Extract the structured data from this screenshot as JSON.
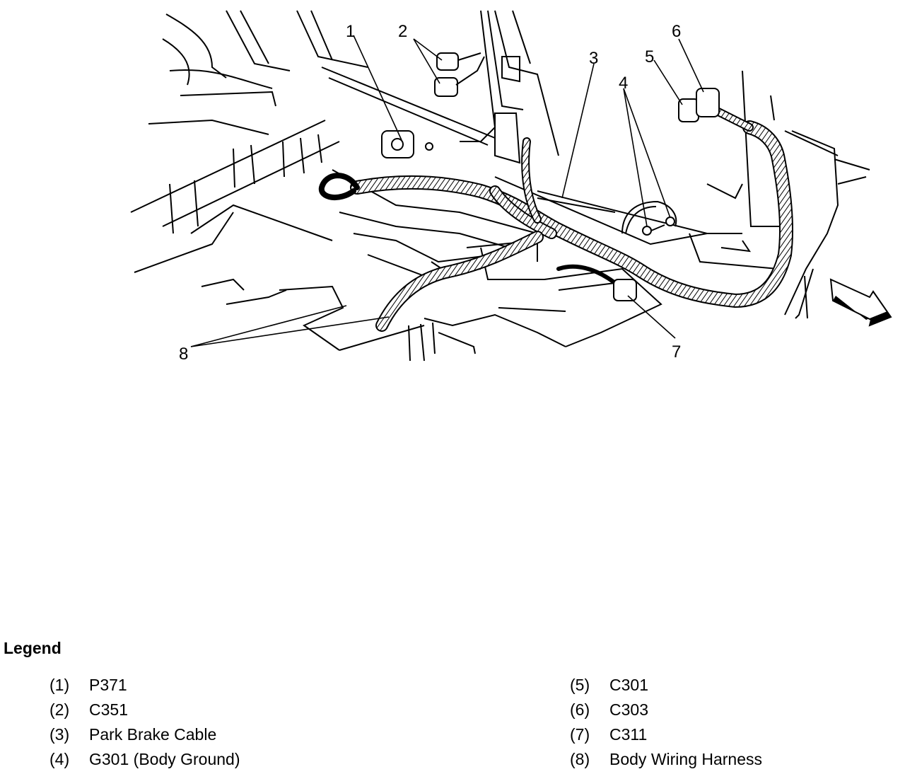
{
  "callouts": [
    "1",
    "2",
    "3",
    "4",
    "5",
    "6",
    "7",
    "8"
  ],
  "legend": {
    "title": "Legend",
    "items": [
      {
        "num": "(1)",
        "label": "P371"
      },
      {
        "num": "(2)",
        "label": "C351"
      },
      {
        "num": "(3)",
        "label": "Park Brake Cable"
      },
      {
        "num": "(4)",
        "label": "G301 (Body Ground)"
      },
      {
        "num": "(5)",
        "label": "C301"
      },
      {
        "num": "(6)",
        "label": "C303"
      },
      {
        "num": "(7)",
        "label": "C311"
      },
      {
        "num": "(8)",
        "label": "Body Wiring Harness"
      }
    ]
  }
}
